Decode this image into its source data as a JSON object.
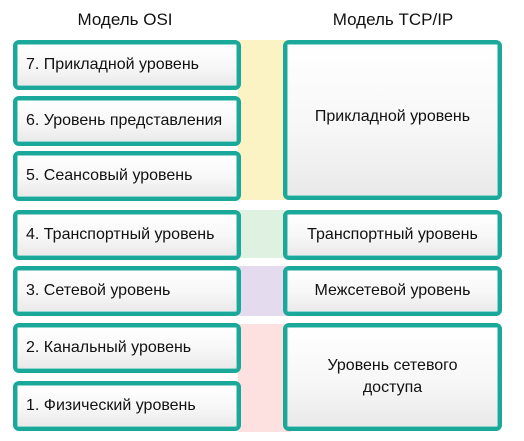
{
  "headings": {
    "osi": "Модель OSI",
    "tcpip": "Модель TCP/IP"
  },
  "osi_layers": [
    "7. Прикладной уровень",
    "6. Уровень представления",
    "5. Сеансовый уровень",
    "4. Транспортный уровень",
    "3. Сетевой уровень",
    "2. Канальный уровень",
    "1. Физический уровень"
  ],
  "tcpip_layers": [
    "Прикладной уровень",
    "Транспортный уровень",
    "Межсетевой уровень",
    "Уровень сетевого доступа"
  ],
  "colors": {
    "border": "#19a89a",
    "band_application": "#fbf3c4",
    "band_transport": "#dff2e2",
    "band_internet": "#e5dbee",
    "band_network_access": "#fde0e0"
  }
}
